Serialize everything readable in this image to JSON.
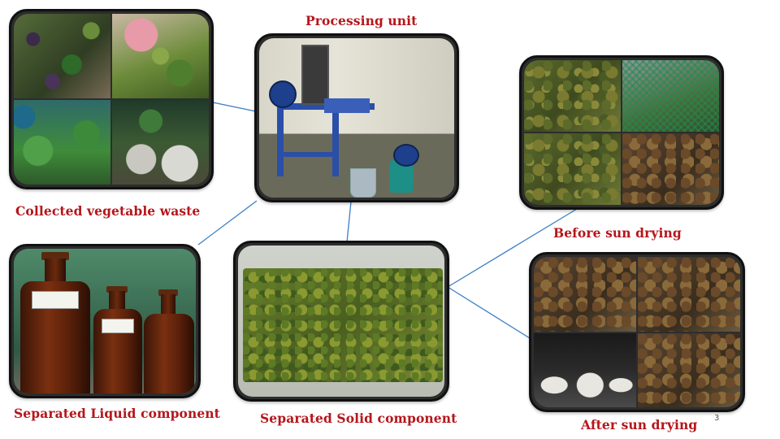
{
  "labels": {
    "processing_unit": "Processing unit",
    "collected_waste": "Collected vegetable  waste",
    "before_drying": "Before sun drying",
    "after_drying": "After sun drying",
    "liquid_component": "Separated Liquid component",
    "solid_component": "Separated Solid component"
  },
  "page_number": "3",
  "colors": {
    "label": "#b5161b",
    "connector": "#3b7fc4",
    "frame": "#111111"
  }
}
